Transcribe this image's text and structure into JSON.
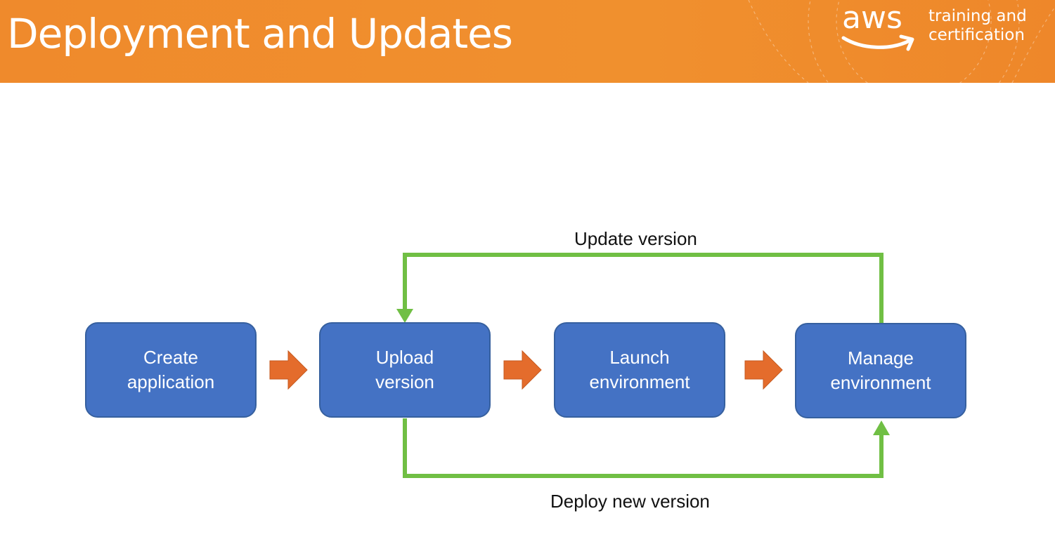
{
  "header": {
    "title": "Deployment and Updates",
    "logo": {
      "wordmark": "aws",
      "tagline_line1": "training and",
      "tagline_line2": "certification"
    }
  },
  "diagram": {
    "steps": [
      {
        "label": "Create\napplication"
      },
      {
        "label": "Upload\nversion"
      },
      {
        "label": "Launch\nenvironment"
      },
      {
        "label": "Manage\nenvironment"
      }
    ],
    "loops": {
      "top_label": "Update version",
      "bottom_label": "Deploy new version"
    }
  },
  "colors": {
    "header_orange": "#f0902e",
    "box_blue": "#4472c4",
    "arrow_orange": "#e46c2c",
    "loop_green": "#70bf44"
  }
}
